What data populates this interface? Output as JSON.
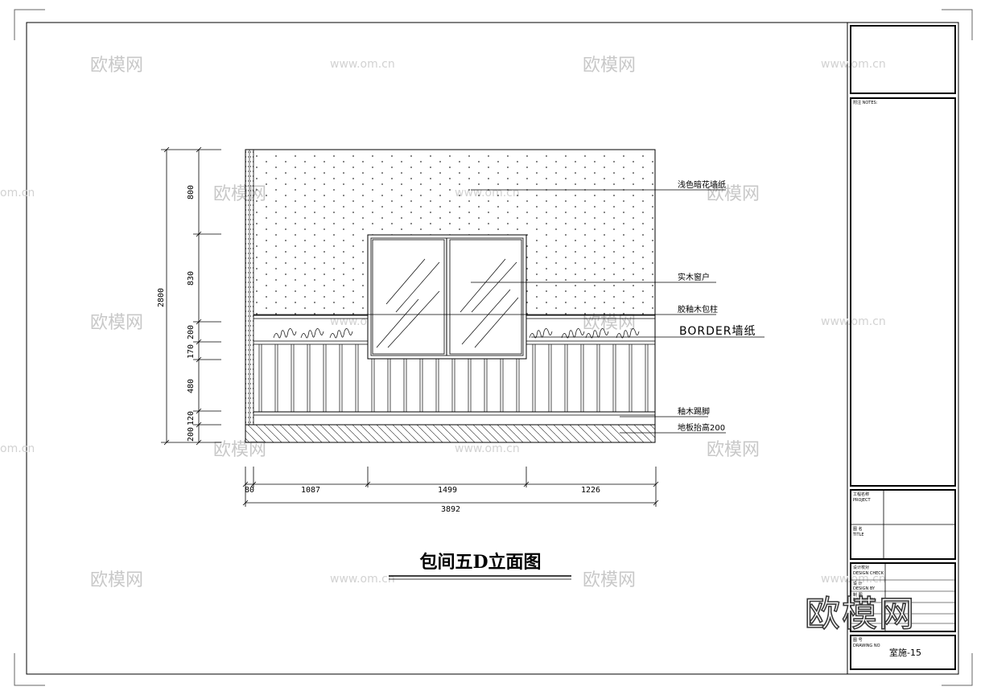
{
  "drawing": {
    "title": "包间五D立面图",
    "leaders": {
      "wallpaper": "浅色暗花墙纸",
      "window": "实木窗户",
      "chair_rail": "胶釉木包柱",
      "border": "BORDER墙纸",
      "skirting": "釉木踢脚",
      "floor": "地板抬高200"
    },
    "vertical_dims": {
      "total": "2800",
      "segments": [
        "800",
        "830",
        "200",
        "170",
        "480",
        "120",
        "200"
      ]
    },
    "horizontal_dims": {
      "segments": [
        "80",
        "1087",
        "1499",
        "1226"
      ],
      "total": "3892"
    }
  },
  "title_block": {
    "notes_label": "附注 NOTES:",
    "project_label_cn": "工程名称",
    "project_label": "PROJECT",
    "title_label_cn": "图 名",
    "title_label": "TITLE",
    "design_label_cn": "设计校对",
    "design_label": "DESIGN CHECK",
    "design_by_cn": "设 计",
    "design_by": "DESIGN BY",
    "drawn_cn": "制 图",
    "drawn": "DRAWN BY",
    "drawing_no_cn": "图 号",
    "drawing_no_label": "DRAWING NO",
    "drawing_no": "室施-15"
  },
  "watermarks": {
    "brand": "欧模网",
    "url": "www.om.cn",
    "url_partial": "om.cn"
  }
}
